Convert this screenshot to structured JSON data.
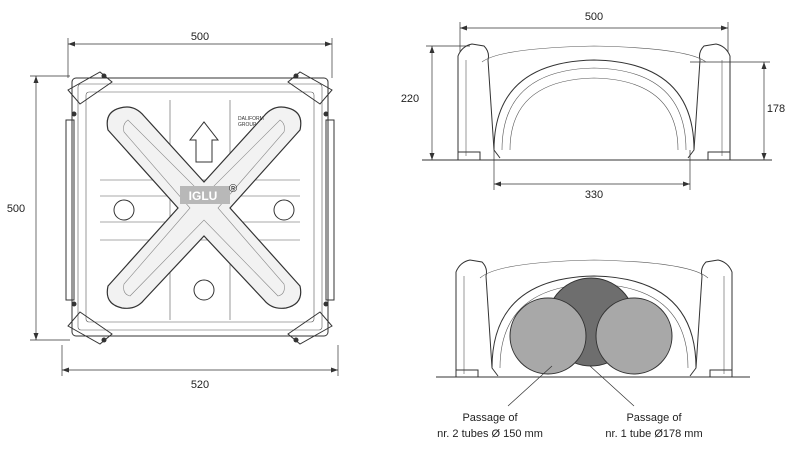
{
  "top_view": {
    "dim_top": "500",
    "dim_left": "500",
    "dim_bottom": "520",
    "brand": "IGLU",
    "brand_trademark": "®",
    "maker_line1": "DALIFORM",
    "maker_line2": "GROUP"
  },
  "side_view": {
    "dim_top": "500",
    "dim_left": "220",
    "dim_right": "178",
    "dim_bottom": "330"
  },
  "tube_view": {
    "caption_left_line1": "Passage of",
    "caption_left_line2": "nr. 2 tubes Ø 150 mm",
    "caption_right_line1": "Passage of",
    "caption_right_line2": "nr. 1 tube Ø178 mm",
    "tube_colors": {
      "small_tubes": "#a8a8a8",
      "large_tube": "#6e6e6e"
    }
  }
}
